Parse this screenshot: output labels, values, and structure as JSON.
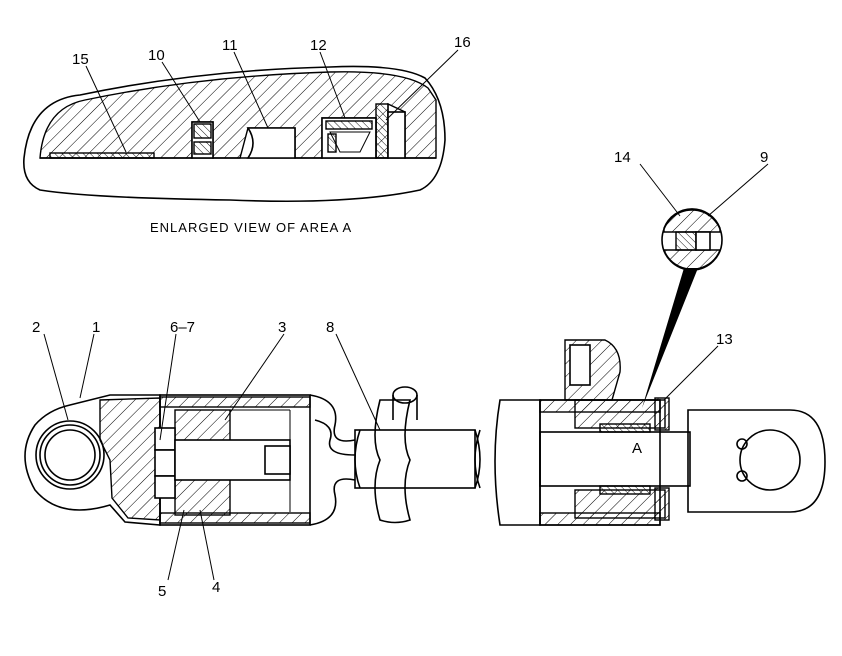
{
  "caption": "ENLARGED VIEW OF AREA A",
  "area_marker": "A",
  "callouts": {
    "c1": "1",
    "c2": "2",
    "c3": "3",
    "c4": "4",
    "c5": "5",
    "c6_7": "6–7",
    "c8": "8",
    "c9": "9",
    "c10": "10",
    "c11": "11",
    "c12": "12",
    "c13": "13",
    "c14": "14",
    "c15": "15",
    "c16": "16"
  }
}
